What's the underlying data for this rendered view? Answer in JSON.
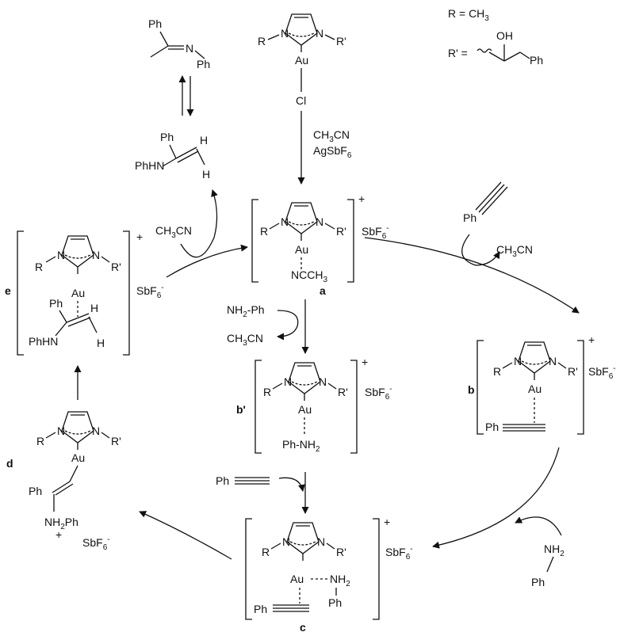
{
  "labels": {
    "R": "R",
    "Rp": "R'",
    "N": "N",
    "Au": "Au",
    "plus": "+",
    "Ph": "Ph",
    "H": "H",
    "Cl": "Cl",
    "OH": "OH",
    "PhHN": "PhHN",
    "NCCH3": "NCCH",
    "NH2": "NH",
    "NH2Ph_prefix": "NH",
    "dash_Ph": "-Ph",
    "PhNH2_prefix": "Ph-NH",
    "NH2Ph_d": "NH",
    "sub2": "2",
    "sub3": "3",
    "sub6": "6",
    "sbf": "SbF",
    "minus": "-"
  },
  "definitions": {
    "R_eq": "R = CH",
    "Rp_eq": "R' ="
  },
  "reagents": {
    "ch3cn": "CH",
    "ch3cn_tail": "CN",
    "agsbf": "AgSbF"
  },
  "species": {
    "a": "a",
    "b": "b",
    "bprime": "b'",
    "c": "c",
    "d": "d",
    "e": "e"
  }
}
